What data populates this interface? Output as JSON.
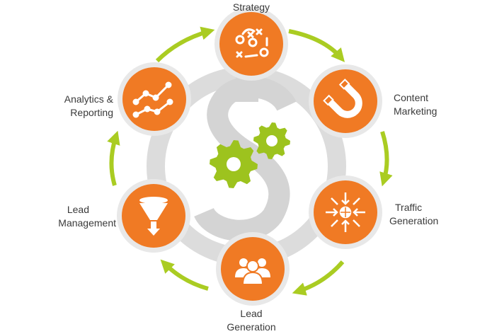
{
  "center": {
    "symbol": "$",
    "gears_icon": "gears-icon"
  },
  "colors": {
    "step_fill": "#F07A24",
    "step_ring": "#E8E8E8",
    "arrow": "#AACC22",
    "dollar": "#CFCFCF",
    "gear": "#9DC31E",
    "label": "#3A3A3A"
  },
  "steps": [
    {
      "line1": "Strategy",
      "line2": "",
      "icon": "strategy-play-icon"
    },
    {
      "line1": "Content",
      "line2": "Marketing",
      "icon": "magnet-icon"
    },
    {
      "line1": "Traffic",
      "line2": "Generation",
      "icon": "inbound-traffic-icon"
    },
    {
      "line1": "Lead",
      "line2": "Generation",
      "icon": "people-group-icon"
    },
    {
      "line1": "Lead",
      "line2": "Management",
      "icon": "funnel-icon"
    },
    {
      "line1": "Analytics &",
      "line2": "Reporting",
      "icon": "line-chart-icon"
    }
  ]
}
